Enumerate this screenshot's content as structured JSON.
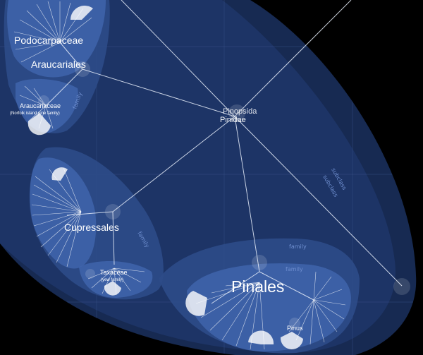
{
  "labels": {
    "podocarpaceae": "Podocarpaceae",
    "araucariales": "Araucariales",
    "araucariaceae": "Araucariaceae",
    "araucariaceae_common": "(Norfolk island pine family)",
    "pinopsida": "Pinopsida",
    "pinidae": "Pinidae",
    "cupressales": "Cupressales",
    "taxaceae": "Taxaceae",
    "taxaceae_common": "(yew family)",
    "pinales": "Pinales",
    "pinus": "Pinus"
  },
  "rank_labels": {
    "subclass_1": "subclass",
    "subclass_2": "subclass",
    "family_1": "family",
    "family_2": "family",
    "family_3": "family",
    "family_4": "family"
  },
  "colors": {
    "background": "#000000",
    "outer_region": "#1a2d55",
    "inner_region": "#3a5ea6",
    "line": "#e8eefa"
  }
}
